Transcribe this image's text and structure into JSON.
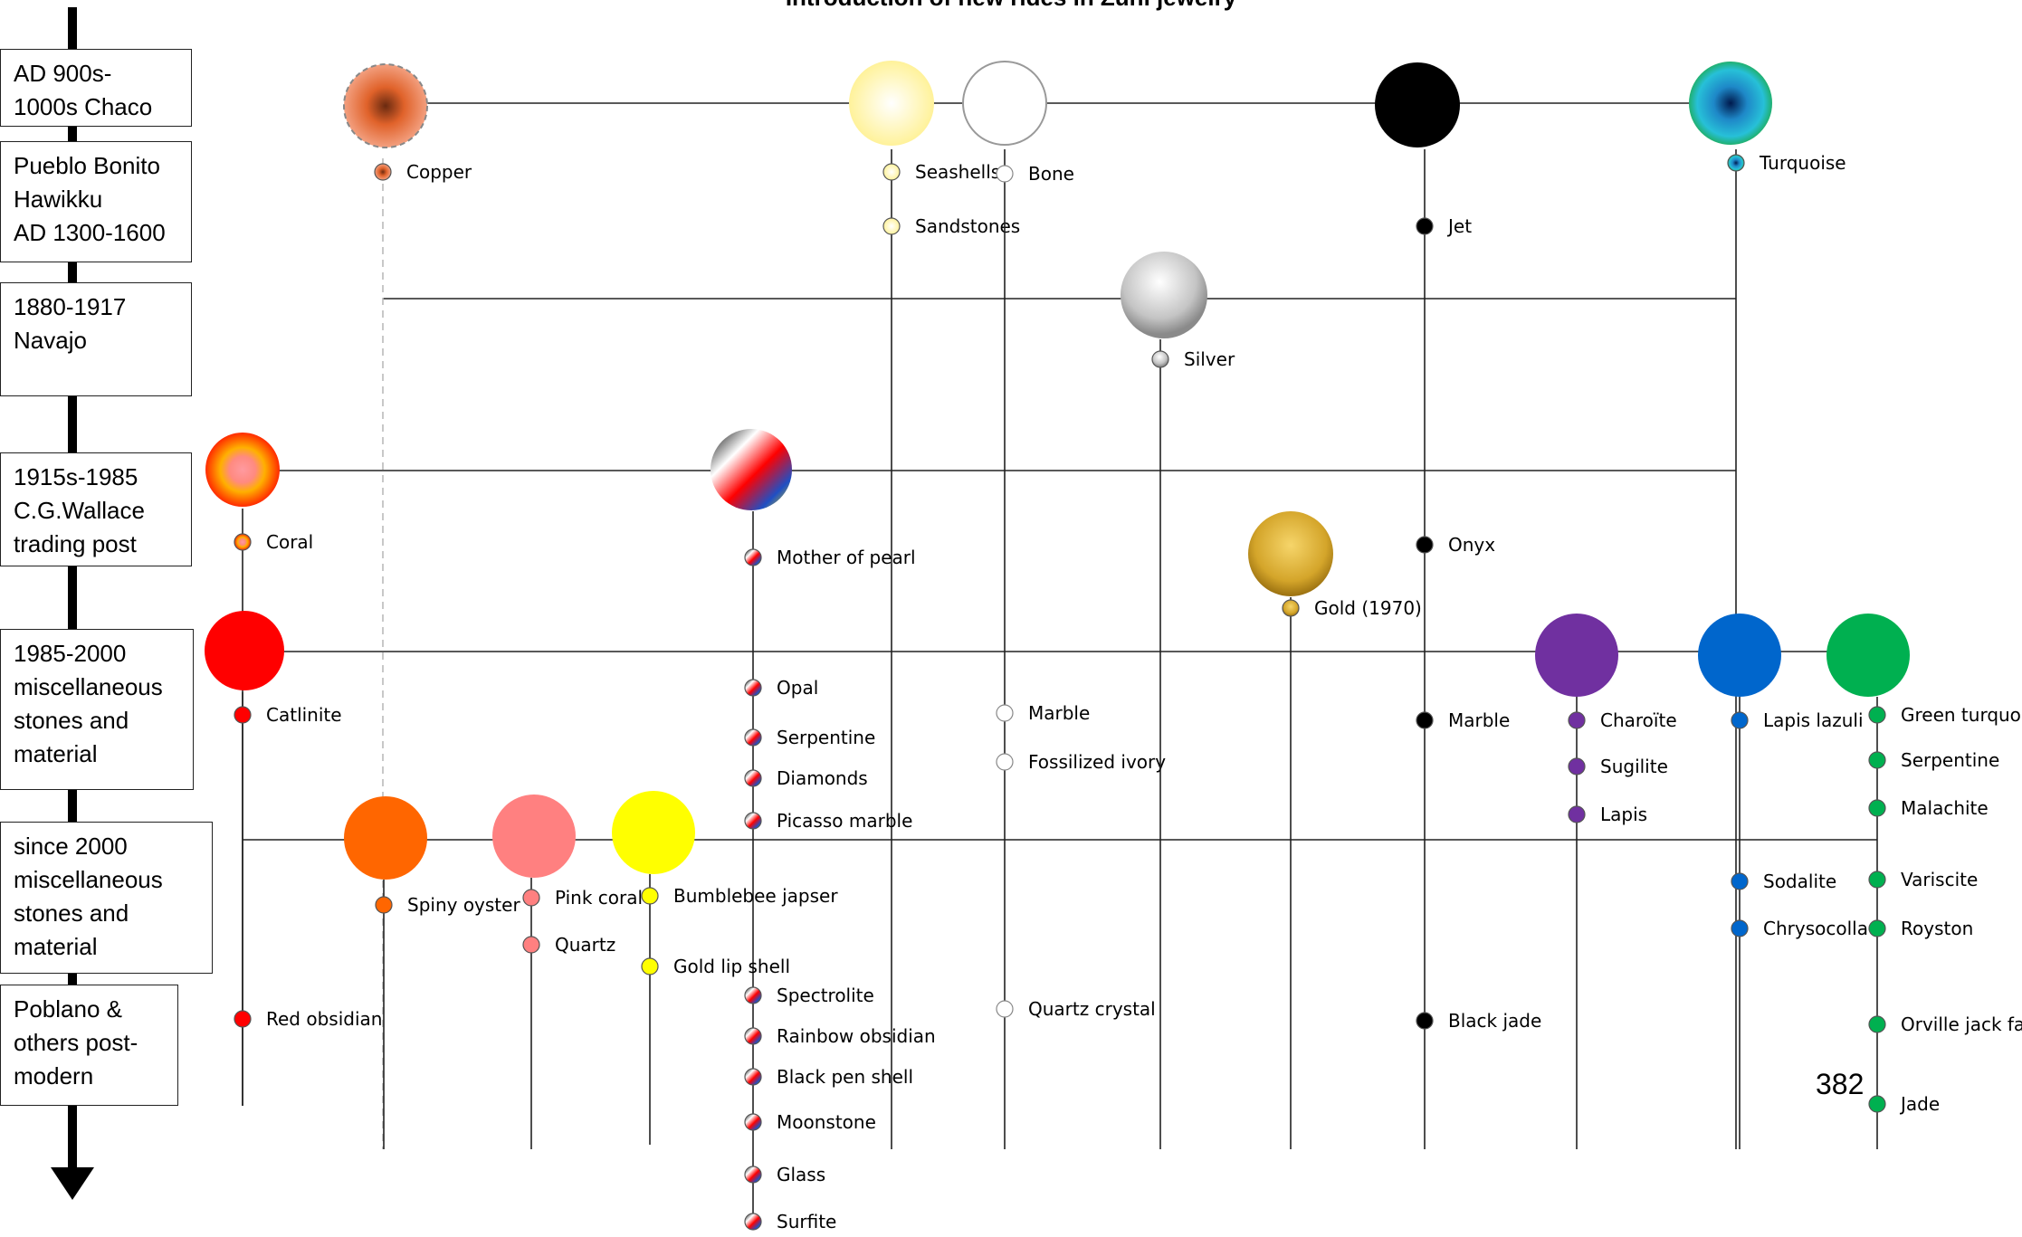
{
  "title": "Introduction of new rides in Zuni jewelry",
  "page_number": "382",
  "eras": [
    {
      "label": "AD 900s-\n1000s Chaco"
    },
    {
      "label": "Pueblo Bonito\nHawikku\nAD 1300-1600"
    },
    {
      "label": "1880-1917\nNavajo"
    },
    {
      "label": "1915s-1985\nC.G.Wallace\ntrading post"
    },
    {
      "label": "1985-2000\nmiscellaneous\nstones and\nmaterial"
    },
    {
      "label": "since 2000\nmiscellaneous\nstones and\nmaterial"
    },
    {
      "label": "Poblano &\nothers post-\nmodern"
    }
  ],
  "families": [
    {
      "color": "#e0622a",
      "style": "copper",
      "items": [
        "Copper"
      ]
    },
    {
      "color": "#fff6a8",
      "style": "pale",
      "items": [
        "Seashells",
        "Sandstones"
      ]
    },
    {
      "color": "#ffffff",
      "style": "hollow",
      "items": [
        "Bone",
        "Marble",
        "Fossilized ivory",
        "Quartz crystal"
      ]
    },
    {
      "color": "#000000",
      "style": "black",
      "items": [
        "Jet",
        "Onyx",
        "Marble",
        "Black jade"
      ]
    },
    {
      "color": "#1e88c8",
      "style": "turquoise",
      "items": [
        "Turquoise"
      ]
    },
    {
      "color": "#c0c0c0",
      "style": "silver",
      "items": [
        "Silver"
      ]
    },
    {
      "color": "#ff7a3a",
      "style": "coral",
      "items": [
        "Coral"
      ]
    },
    {
      "color": "#e0e0e0",
      "style": "mixed",
      "items": [
        "Mother of pearl",
        "Opal",
        "Serpentine",
        "Diamonds",
        "Picasso marble",
        "Spectrolite",
        "Rainbow obsidian",
        "Black pen shell",
        "Moonstone",
        "Glass",
        "Surfite"
      ]
    },
    {
      "color": "#d4a52a",
      "style": "gold",
      "items": [
        "Gold (1970)"
      ]
    },
    {
      "color": "#ff0000",
      "style": "red",
      "items": [
        "Catlinite",
        "Red obsidian"
      ]
    },
    {
      "color": "#7030a0",
      "style": "purple",
      "items": [
        "Charoïte",
        "Sugilite",
        "Lapis"
      ]
    },
    {
      "color": "#0066cc",
      "style": "blue",
      "items": [
        "Lapis lazuli",
        "Sodalite",
        "Chrysocolla"
      ]
    },
    {
      "color": "#00b050",
      "style": "green",
      "items": [
        "Green turquoise",
        "Serpentine",
        "Malachite",
        "Variscite",
        "Royston",
        "Orville jack faustite",
        "Jade"
      ]
    },
    {
      "color": "#ff6600",
      "style": "orange",
      "items": [
        "Spiny oyster"
      ]
    },
    {
      "color": "#ff8080",
      "style": "pink",
      "items": [
        "Pink coral",
        "Quartz"
      ]
    },
    {
      "color": "#ffff00",
      "style": "yellow",
      "items": [
        "Bumblebee japser",
        "Gold lip shell"
      ]
    }
  ]
}
